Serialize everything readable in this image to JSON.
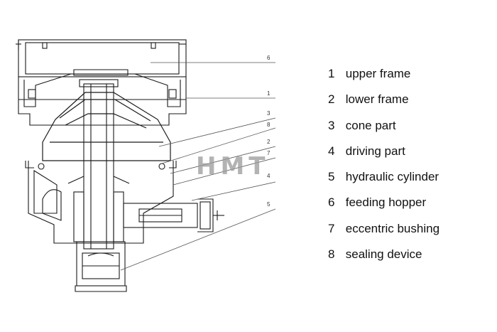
{
  "watermark": "HMT",
  "legend": [
    {
      "number": "1",
      "label": "upper frame"
    },
    {
      "number": "2",
      "label": "lower frame"
    },
    {
      "number": "3",
      "label": "cone part"
    },
    {
      "number": "4",
      "label": "driving part"
    },
    {
      "number": "5",
      "label": "hydraulic cylinder"
    },
    {
      "number": "6",
      "label": "feeding hopper"
    },
    {
      "number": "7",
      "label": "eccentric bushing"
    },
    {
      "number": "8",
      "label": "sealing device"
    }
  ],
  "callouts": [
    "6",
    "1",
    "3",
    "8",
    "2",
    "7",
    "4",
    "5"
  ],
  "colors": {
    "line": "#1a1a1a",
    "watermark": "#9a9a9a",
    "text": "#111111"
  }
}
